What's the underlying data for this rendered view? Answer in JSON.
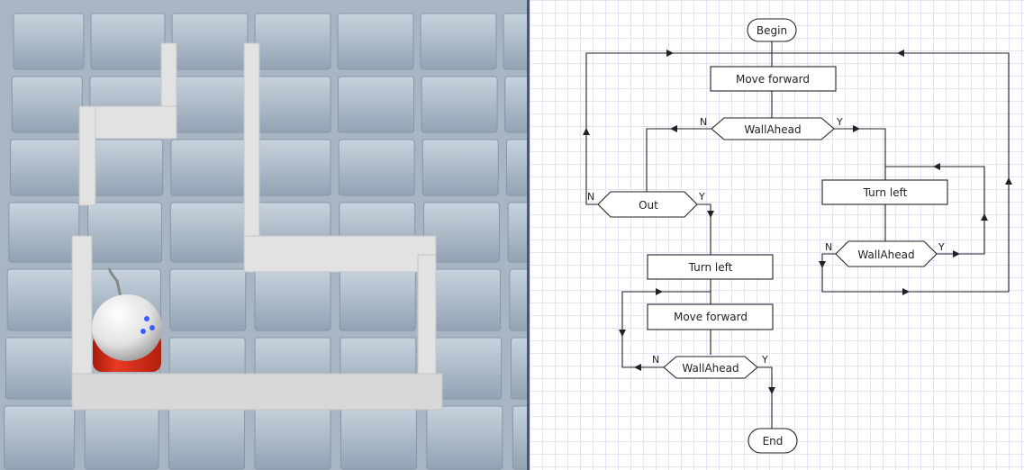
{
  "window": {
    "title": ""
  },
  "simulation": {
    "floor_color": "#a8b6c4",
    "wall_color": "#e2e2e2",
    "robot": {
      "body_color": "#e6e6e6",
      "base_color": "#d8301e",
      "eye_color": "#3a5cff"
    }
  },
  "flowchart": {
    "begin": "Begin",
    "end": "End",
    "main_move_forward": "Move forward",
    "main_wall_ahead": "WallAhead",
    "out_check": "Out",
    "right_turn_left": "Turn left",
    "right_wall_ahead": "WallAhead",
    "bottom_turn_left": "Turn left",
    "bottom_move_forward": "Move forward",
    "bottom_wall_ahead": "WallAhead",
    "yes_label": "Y",
    "no_label": "N",
    "line_color": "#222222",
    "grid_color": "#e3e3f3"
  }
}
